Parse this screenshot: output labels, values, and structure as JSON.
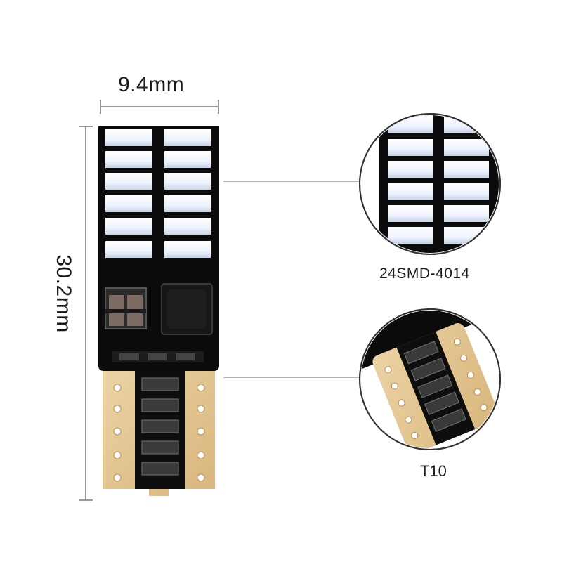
{
  "dimensions": {
    "width_label": "9.4mm",
    "height_label": "30.2mm"
  },
  "callouts": {
    "led_label": "24SMD-4014",
    "base_label": "T10"
  },
  "colors": {
    "pcb": "#0d0d0d",
    "led": "#f6f9ff",
    "gold_base": "#e2c28f",
    "resistor": "#3a3a3a",
    "line": "#8a8a8a"
  }
}
